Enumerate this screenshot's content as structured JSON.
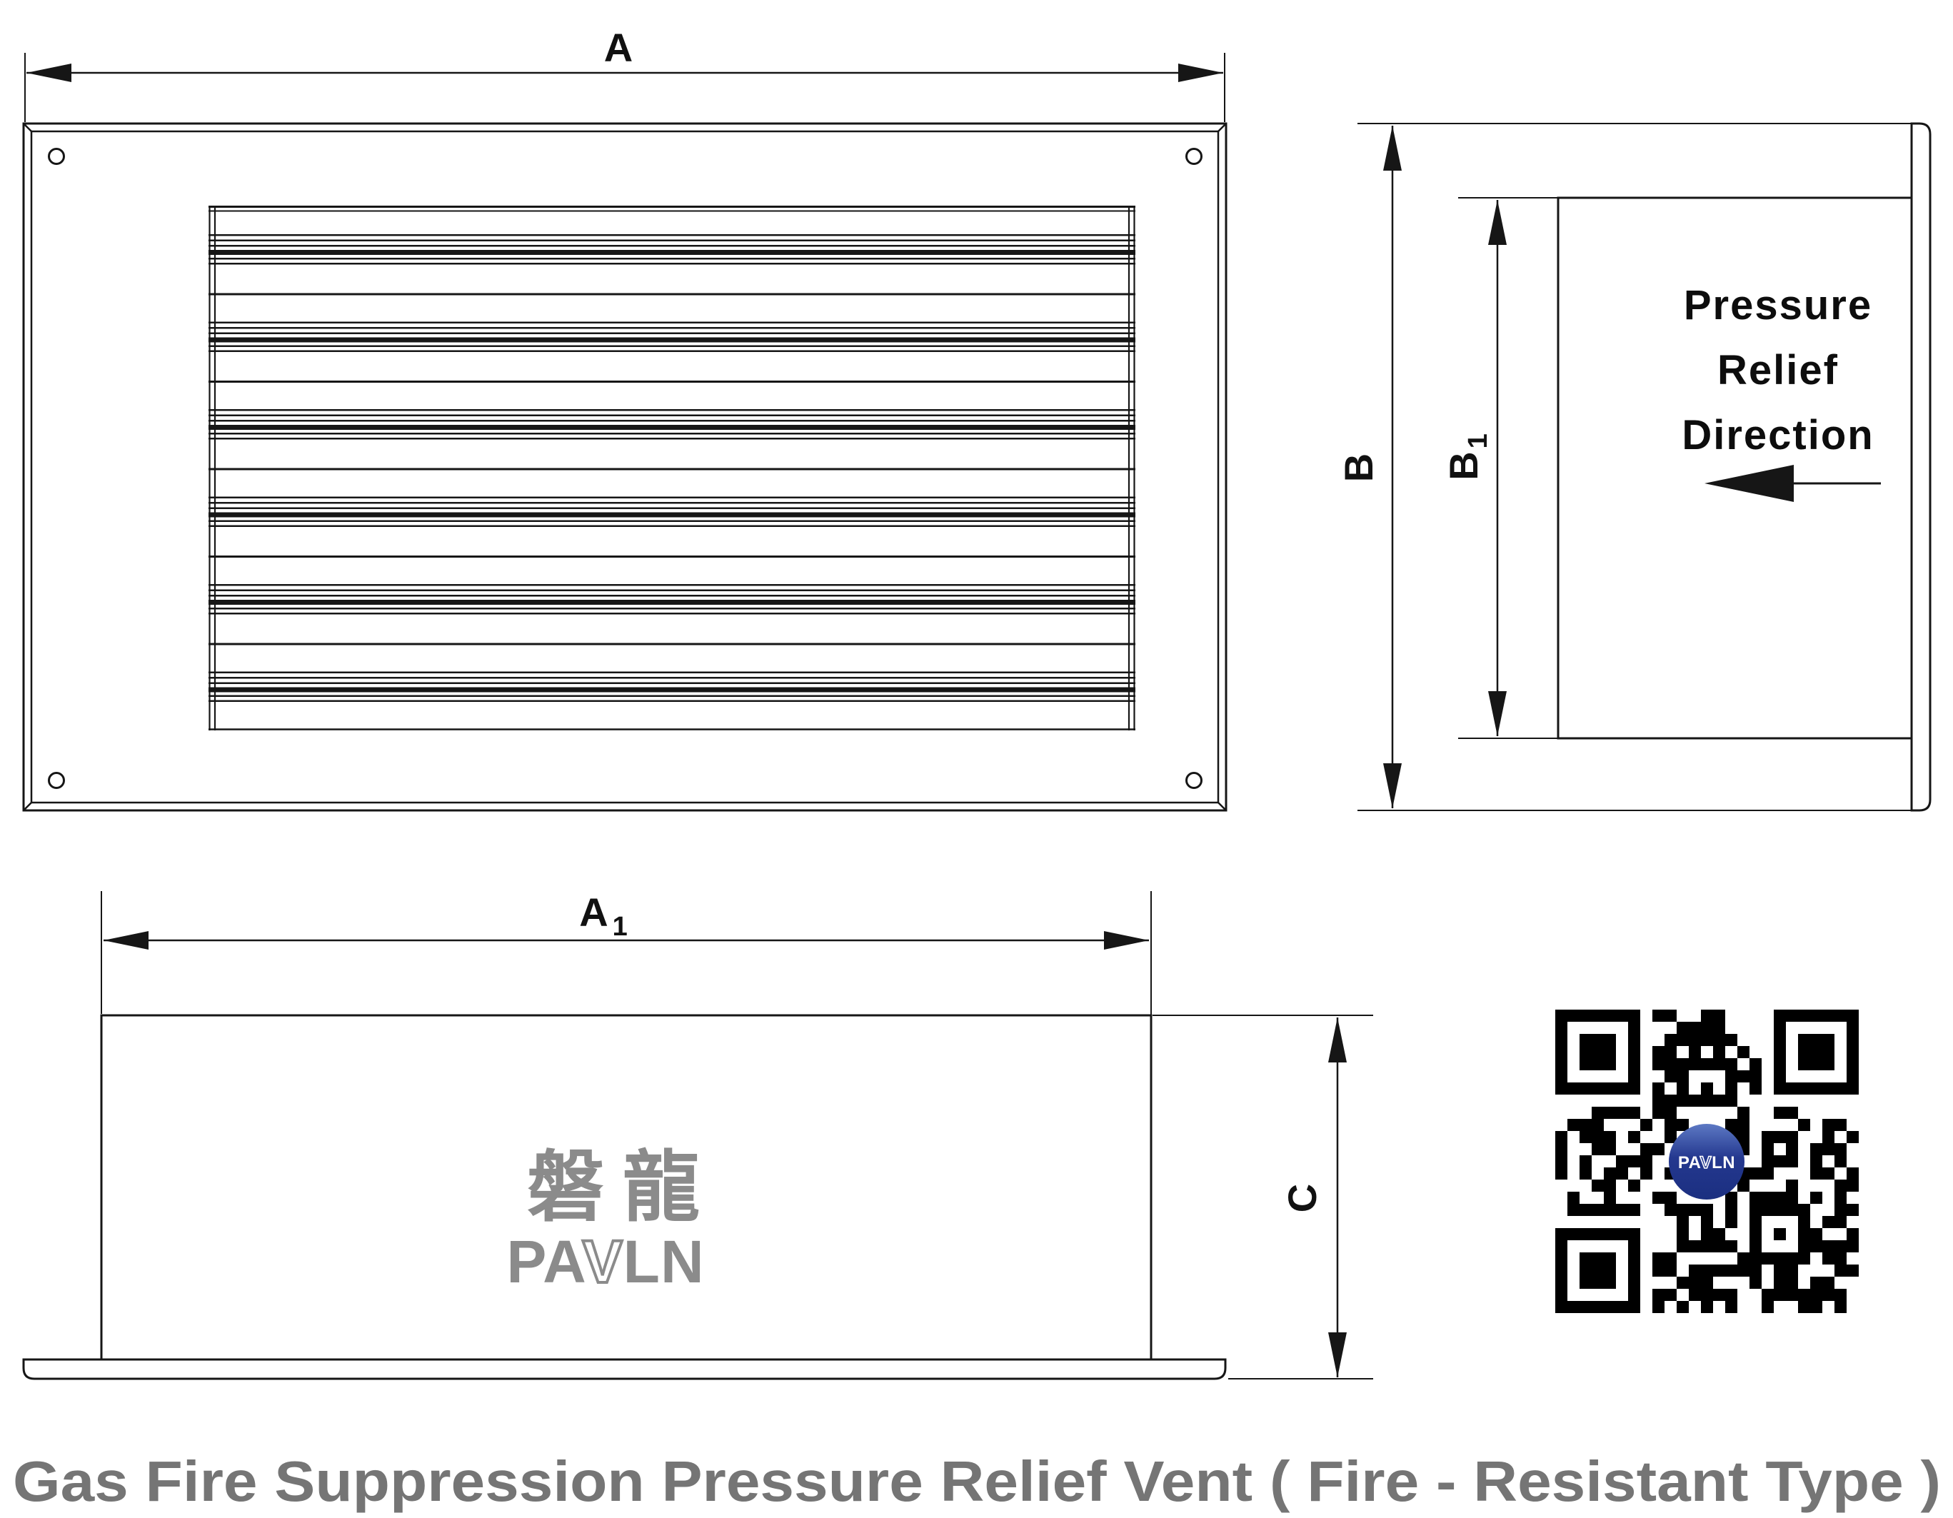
{
  "title": "Gas Fire Suppression Pressure Relief Vent ( Fire - Resistant Type )",
  "colors": {
    "drawing_line": "#161616",
    "logo_gray": "#8b8b8b",
    "title_gray": "#757575",
    "qr_dark": "#000000",
    "qr_logo_navy_top": "#5d79c4",
    "qr_logo_navy_bottom": "#1b2f80"
  },
  "dimensions": {
    "a": "A",
    "a1_base": "A",
    "a1_sub": "1",
    "b": "B",
    "b1_base": "B",
    "b1_sub": "1",
    "c": "C"
  },
  "side_view_annotation": {
    "line1": "Pressure",
    "line2": "Relief",
    "line3": "Direction"
  },
  "logo": {
    "cjk": "磐龍",
    "latin_pre": "PA",
    "latin_v": "V",
    "latin_post": "LN"
  },
  "qr": {
    "module_count": 25,
    "logo_pre": "PA",
    "logo_v": "V",
    "logo_post": "LN"
  },
  "louver": {
    "units": 6
  }
}
